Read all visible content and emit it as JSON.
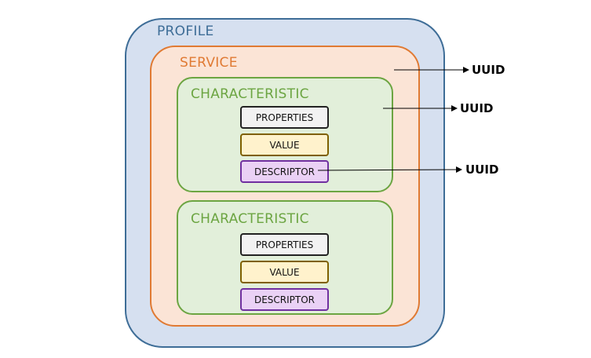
{
  "profile": {
    "label": "PROFILE"
  },
  "service": {
    "label": "SERVICE"
  },
  "characteristics": [
    {
      "label": "CHARACTERISTIC",
      "attributes": {
        "properties": "PROPERTIES",
        "value": "VALUE",
        "descriptor": "DESCRIPTOR"
      }
    },
    {
      "label": "CHARACTERISTIC",
      "attributes": {
        "properties": "PROPERTIES",
        "value": "VALUE",
        "descriptor": "DESCRIPTOR"
      }
    }
  ],
  "uuid_labels": [
    "UUID",
    "UUID",
    "UUID"
  ],
  "colors": {
    "profile": "#3e6d97",
    "service": "#e07a33",
    "characteristic": "#6ca542",
    "descriptor": "#7030a0",
    "value": "#7f6000"
  }
}
